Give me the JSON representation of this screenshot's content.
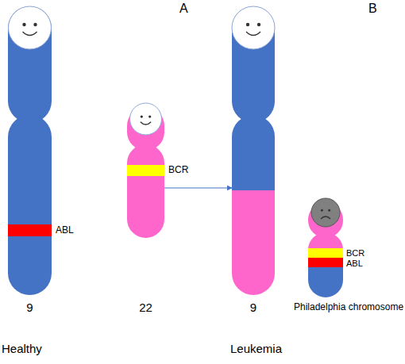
{
  "diagram": {
    "nodes": [
      {
        "text": [
          "ABL",
          "9"
        ]
      },
      {
        "text": [
          "BCR",
          "22"
        ]
      },
      {
        "text": [
          "9"
        ]
      },
      {
        "text": [
          "BCR",
          "ABL",
          "Philadelphia chromosome"
        ]
      }
    ],
    "edges": [
      {
        "from": 1,
        "to": 2,
        "arrow": "to"
      }
    ],
    "labels": [
      "A",
      "B",
      "Healthy",
      "Leukemia"
    ]
  }
}
